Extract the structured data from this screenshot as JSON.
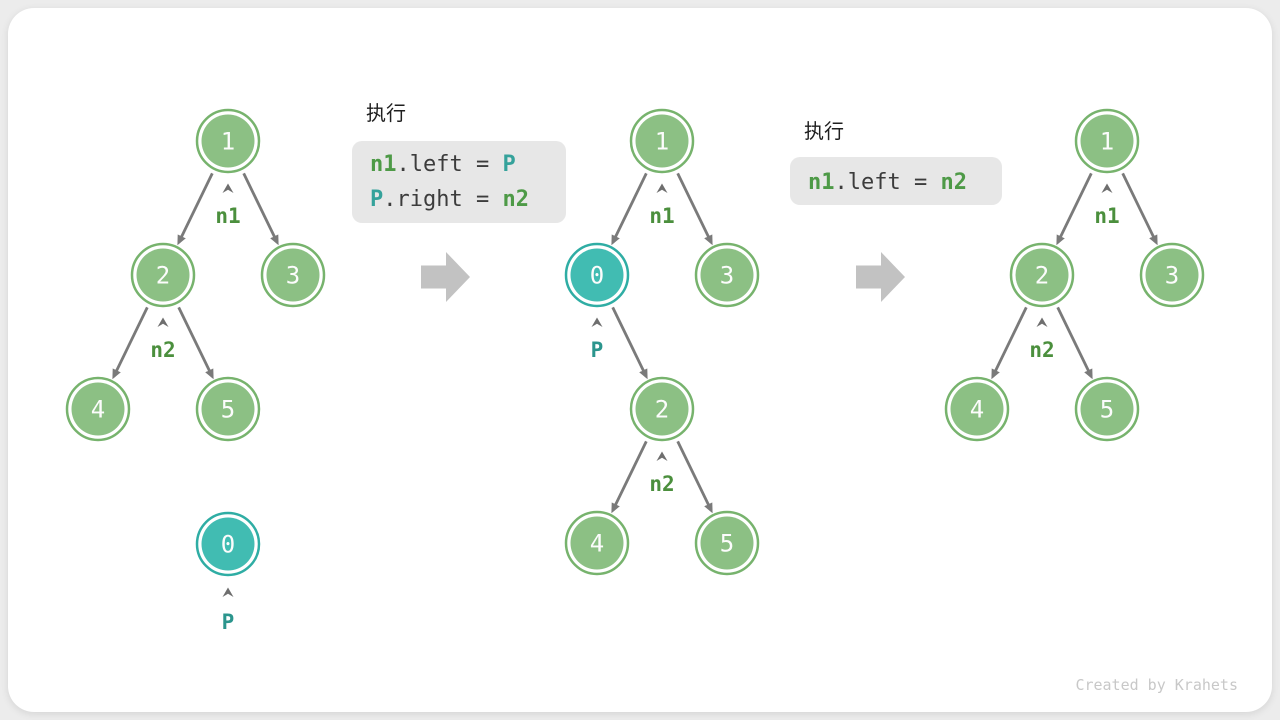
{
  "watermark": "Created by Krahets",
  "colors": {
    "node_green_fill": "#8cc084",
    "node_green_stroke": "#77b36d",
    "node_teal_fill": "#41bcb2",
    "node_teal_stroke": "#2fada4",
    "pointer_green": "#4b8f3d",
    "pointer_teal": "#2b958d",
    "edge_gray": "#7a7a7a",
    "big_arrow_gray": "#c2c2c2",
    "code_background": "#e7e7e7",
    "code_plain": "#3c3c3c",
    "code_green": "#4e9a47",
    "code_teal": "#35a29b"
  },
  "step1": {
    "title": "执行",
    "code": {
      "line1": {
        "seg1": "n1",
        "seg2": ".left = ",
        "seg3": "P"
      },
      "line2": {
        "seg1": "P",
        "seg2": ".right = ",
        "seg3": "n2"
      }
    }
  },
  "step2": {
    "title": "执行",
    "code": {
      "line1": {
        "seg1": "n1",
        "seg2": ".left = ",
        "seg3": "n2"
      }
    }
  },
  "tree_before": {
    "node1": "1",
    "node2": "2",
    "node3": "3",
    "node4": "4",
    "node5": "5",
    "node0": "0",
    "ptr_n1": "n1",
    "ptr_n2": "n2",
    "ptr_p": "P"
  },
  "tree_during": {
    "node1": "1",
    "node0": "0",
    "node3": "3",
    "node2": "2",
    "node4": "4",
    "node5": "5",
    "ptr_n1": "n1",
    "ptr_p": "P",
    "ptr_n2": "n2"
  },
  "tree_after": {
    "node1": "1",
    "node2": "2",
    "node3": "3",
    "node4": "4",
    "node5": "5",
    "ptr_n1": "n1",
    "ptr_n2": "n2"
  }
}
